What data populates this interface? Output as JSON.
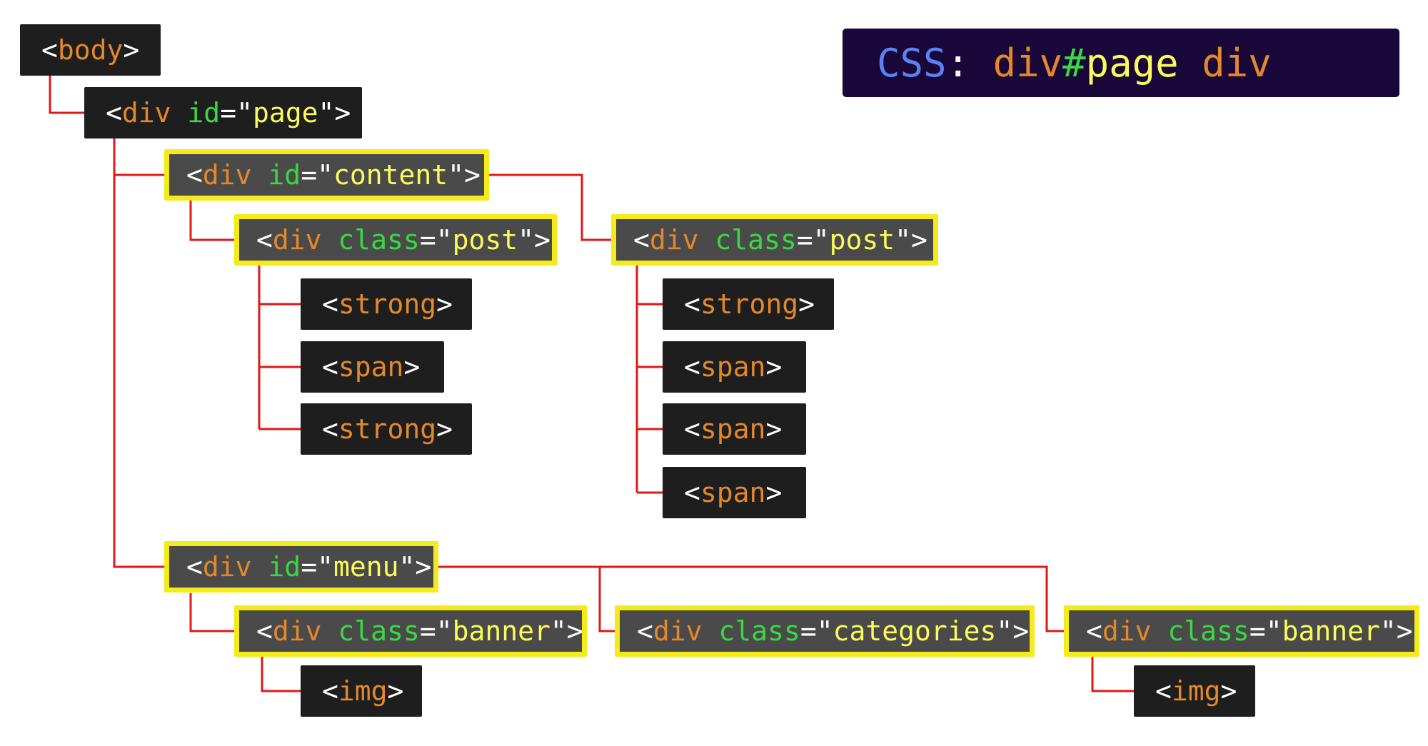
{
  "css_box": {
    "keyword": "CSS",
    "colon": ": ",
    "tag1": "div",
    "hash": "#",
    "id": "page",
    "space": " ",
    "tag2": "div"
  },
  "colors": {
    "wire": "#e01818",
    "highlight": "#f5eb1a",
    "node_bg": "#1e1e1e",
    "selected_bg": "#4a4a4a",
    "css_bg": "#180738"
  },
  "nodes": {
    "body": {
      "lt": "<",
      "tag": "body",
      "gt": ">"
    },
    "page": {
      "lt": "<",
      "tag": "div",
      "sp": " ",
      "attr": "id",
      "eq": "=\"",
      "val": "page",
      "close": "\">"
    },
    "content": {
      "lt": "<",
      "tag": "div",
      "sp": " ",
      "attr": "id",
      "eq": "=\"",
      "val": "content",
      "close": "\">"
    },
    "post1": {
      "lt": "<",
      "tag": "div",
      "sp": " ",
      "attr": "class",
      "eq": "=\"",
      "val": "post",
      "close": "\">"
    },
    "post1_strong1": {
      "lt": "<",
      "tag": "strong",
      "gt": ">"
    },
    "post1_span": {
      "lt": "<",
      "tag": "span",
      "gt": ">"
    },
    "post1_strong2": {
      "lt": "<",
      "tag": "strong",
      "gt": ">"
    },
    "post2": {
      "lt": "<",
      "tag": "div",
      "sp": " ",
      "attr": "class",
      "eq": "=\"",
      "val": "post",
      "close": "\">"
    },
    "post2_strong": {
      "lt": "<",
      "tag": "strong",
      "gt": ">"
    },
    "post2_span1": {
      "lt": "<",
      "tag": "span",
      "gt": ">"
    },
    "post2_span2": {
      "lt": "<",
      "tag": "span",
      "gt": ">"
    },
    "post2_span3": {
      "lt": "<",
      "tag": "span",
      "gt": ">"
    },
    "menu": {
      "lt": "<",
      "tag": "div",
      "sp": " ",
      "attr": "id",
      "eq": "=\"",
      "val": "menu",
      "close": "\">"
    },
    "banner1": {
      "lt": "<",
      "tag": "div",
      "sp": " ",
      "attr": "class",
      "eq": "=\"",
      "val": "banner",
      "close": "\">"
    },
    "banner1_img": {
      "lt": "<",
      "tag": "img",
      "gt": ">"
    },
    "categories": {
      "lt": "<",
      "tag": "div",
      "sp": " ",
      "attr": "class",
      "eq": "=\"",
      "val": "categories",
      "close": "\">"
    },
    "banner2": {
      "lt": "<",
      "tag": "div",
      "sp": " ",
      "attr": "class",
      "eq": "=\"",
      "val": "banner",
      "close": "\">"
    },
    "banner2_img": {
      "lt": "<",
      "tag": "img",
      "gt": ">"
    }
  }
}
